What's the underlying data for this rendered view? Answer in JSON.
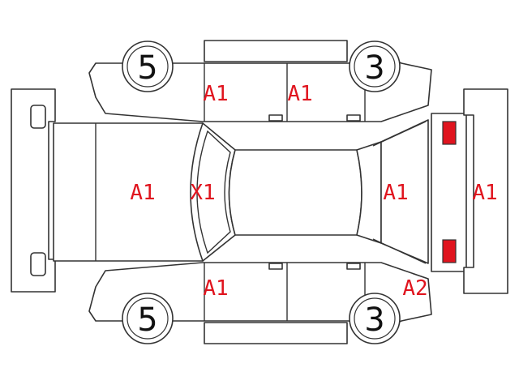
{
  "colors": {
    "outline": "#333333",
    "damage_code": "#e0141e",
    "front_lamp": "#f2ea00",
    "rear_lamp": "#e0141e"
  },
  "tires": {
    "front_left": "5",
    "rear_left": "3",
    "front_right": "5",
    "rear_right": "3"
  },
  "codes": {
    "front_left_door": "A1",
    "rear_left_door": "A1",
    "hood": "A1",
    "windshield": "X1",
    "trunk": "A1",
    "rear_bumper": "A1",
    "front_right_door": "A1",
    "rear_right_quarter": "A2"
  }
}
